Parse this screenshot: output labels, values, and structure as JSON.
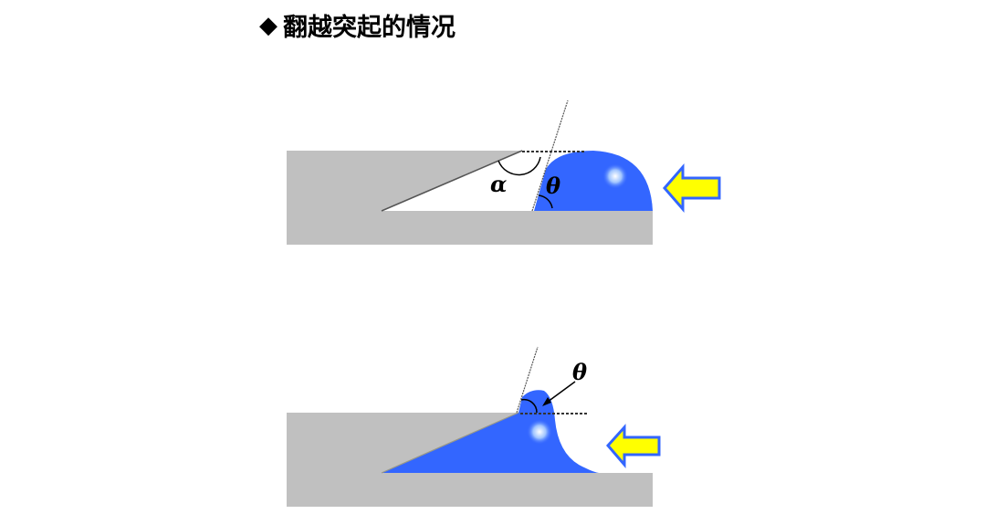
{
  "title": {
    "bullet": "◆",
    "text": "翻越突起的情况"
  },
  "top_diagram": {
    "alpha_label": "α",
    "theta_label": "θ"
  },
  "bottom_diagram": {
    "theta_label": "θ"
  },
  "colors": {
    "substrate": "#c0c0c0",
    "liquid": "#3366ff",
    "arrow": "#ffff00",
    "arrow_border": "#3366ff"
  }
}
